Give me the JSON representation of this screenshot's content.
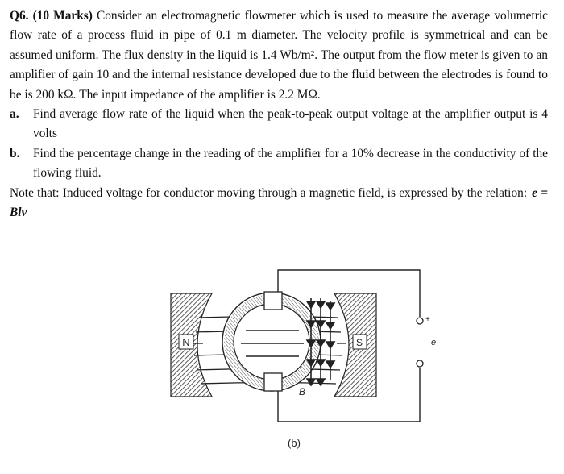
{
  "question": {
    "label": "Q6. (10 Marks)",
    "intro": " Consider an electromagnetic flowmeter which is used to measure the average volumetric flow rate of a process fluid in pipe of 0.1 m diameter. The velocity profile is symmetrical and can be assumed uniform. The flux density in the liquid is 1.4 Wb/m². The output from the flow meter is given to an amplifier of gain 10 and the internal resistance developed due to the fluid between the electrodes is found to be is 200 kΩ. The input impedance of the amplifier is 2.2 MΩ.",
    "parts": [
      {
        "mark": "a.",
        "text": "Find average flow rate of the liquid when the peak-to-peak output voltage at the amplifier output is 4 volts"
      },
      {
        "mark": "b.",
        "text": "Find the percentage change in the reading of the amplifier for a 10% decrease in the conductivity of the flowing fluid."
      }
    ],
    "note": "Note that: Induced voltage for conductor moving through a magnetic field, is expressed by the relation:",
    "formula": "e = Blv"
  },
  "figure": {
    "pole_north": "N",
    "pole_south": "S",
    "field_label": "B",
    "terminal_plus": "+",
    "output_label": "e",
    "caption": "(b)"
  }
}
